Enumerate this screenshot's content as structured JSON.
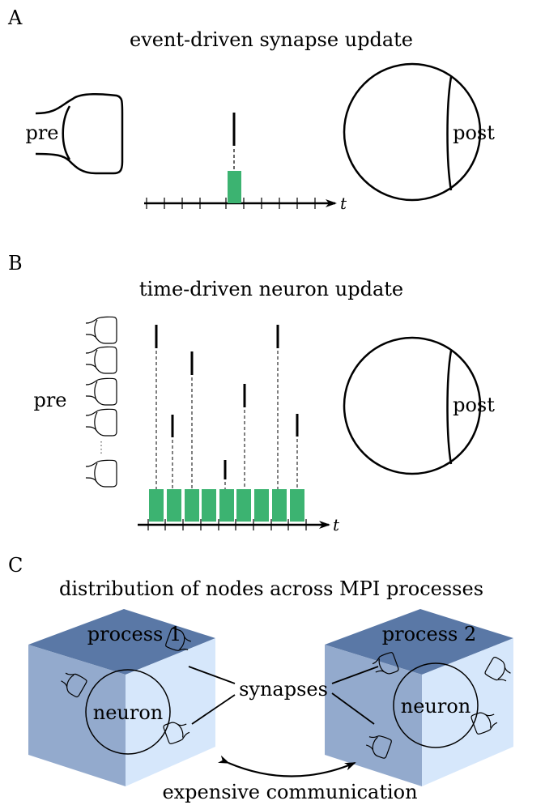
{
  "colors": {
    "spike_bin": "#3cb371",
    "cube_top": "#5a78a6",
    "cube_left": "#93aacd",
    "cube_right": "#d6e7fb"
  },
  "panel_a": {
    "letter": "A",
    "title": "event-driven synapse update",
    "pre_label": "pre",
    "post_label": "post",
    "axis_label": "t"
  },
  "panel_b": {
    "letter": "B",
    "title": "time-driven neuron update",
    "pre_label": "pre",
    "post_label": "post",
    "axis_label": "t"
  },
  "panel_c": {
    "letter": "C",
    "title": "distribution of nodes across MPI processes",
    "process_1": "process 1",
    "process_2": "process 2",
    "neuron_1": "neuron",
    "neuron_2": "neuron",
    "synapses": "synapses",
    "communication": "expensive communication"
  }
}
